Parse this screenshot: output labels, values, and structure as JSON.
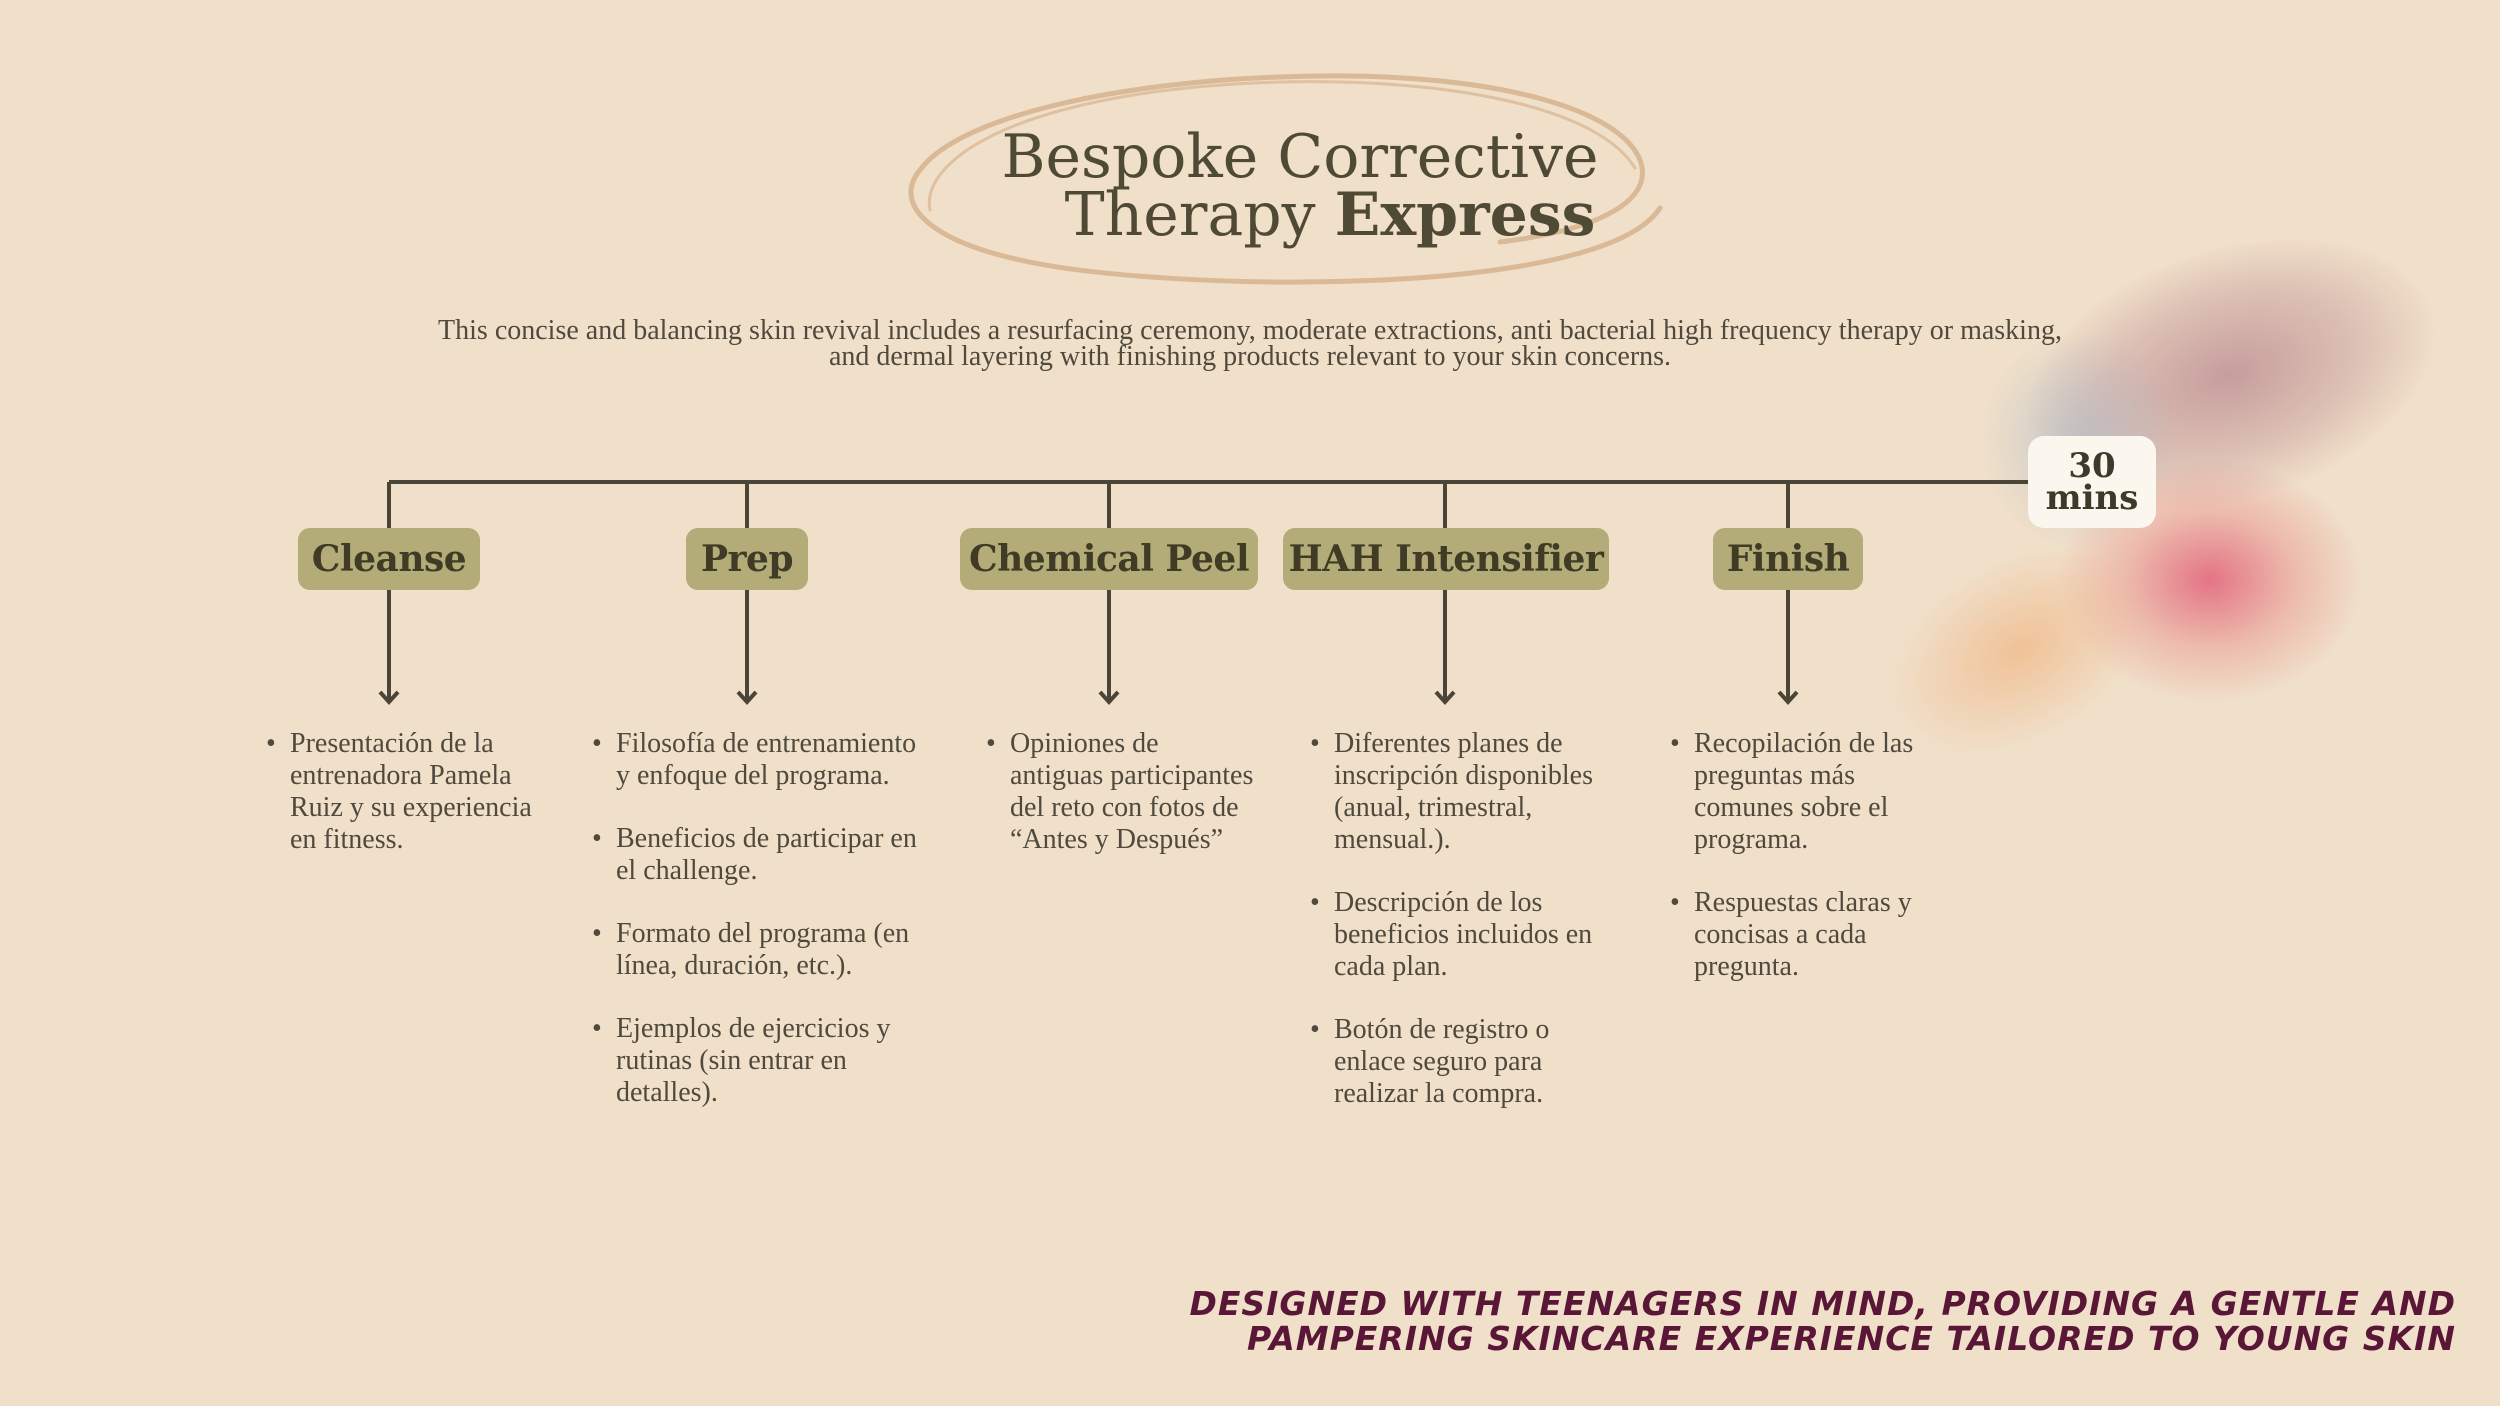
{
  "title": {
    "line1": "Bespoke Corrective",
    "line2_regular": "Therapy ",
    "line2_bold": "Express"
  },
  "description": "This concise and balancing skin revival includes a resurfacing ceremony, moderate extractions, anti bacterial high frequency therapy or masking, and dermal layering with finishing products relevant to your skin concerns.",
  "duration": {
    "value": "30",
    "unit": "mins"
  },
  "steps": [
    {
      "label": "Cleanse",
      "items": [
        "Presentación de la entrenadora Pamela Ruiz y su experiencia en fitness."
      ]
    },
    {
      "label": "Prep",
      "items": [
        "Filosofía de entrenamiento y enfoque del programa.",
        "Beneficios de participar en el challenge.",
        "Formato del programa (en línea, duración, etc.).",
        "Ejemplos de ejercicios y rutinas (sin entrar en detalles)."
      ]
    },
    {
      "label": "Chemical Peel",
      "items": [
        "Opiniones de antiguas participantes del reto con fotos de “Antes y Después”"
      ]
    },
    {
      "label": "HAH Intensifier",
      "items": [
        "Diferentes planes de inscripción disponibles (anual, trimestral, mensual.).",
        "Descripción de los beneficios incluidos en cada plan.",
        "Botón de registro o enlace seguro para realizar la compra."
      ]
    },
    {
      "label": "Finish",
      "items": [
        "Recopilación de las preguntas más comunes sobre el programa.",
        "Respuestas claras y concisas a cada pregunta."
      ]
    }
  ],
  "tagline": {
    "line1": "DESIGNED WITH TEENAGERS IN MIND, PROVIDING A GENTLE AND",
    "line2": "PAMPERING SKINCARE EXPERIENCE TAILORED TO YOUNG SKIN"
  },
  "colors": {
    "background": "#f0dfc9",
    "step_fill": "#b3ab78",
    "line": "#4a4536",
    "tagline": "#5a1636",
    "oval": "#d9b996"
  }
}
